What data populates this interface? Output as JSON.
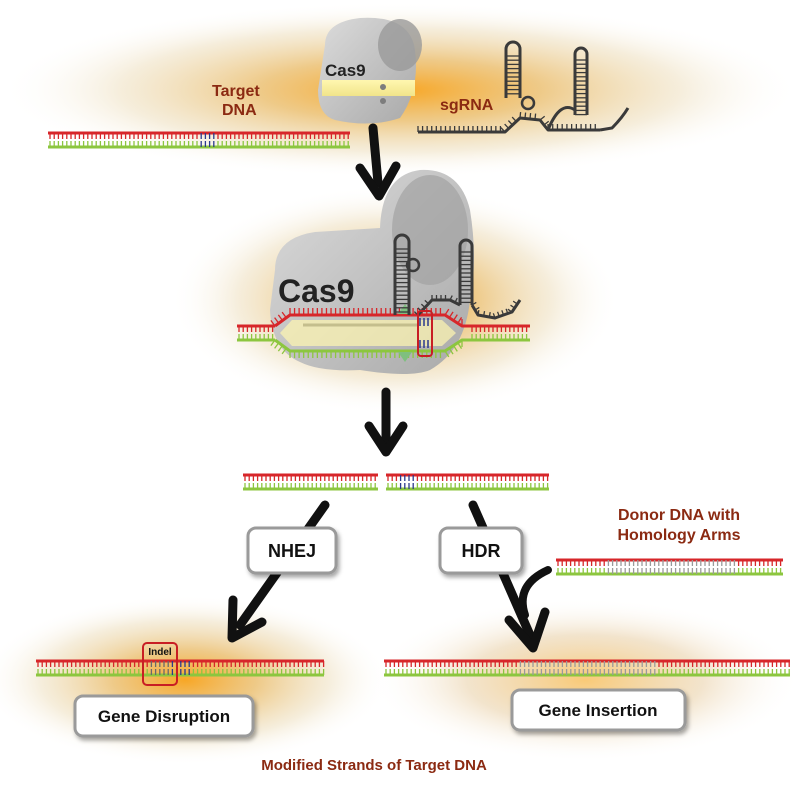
{
  "labels": {
    "cas9_small": "Cas9",
    "cas9_large": "Cas9",
    "target_dna_line1": "Target",
    "target_dna_line2": "DNA",
    "sgrna": "sgRNA",
    "nhej": "NHEJ",
    "hdr": "HDR",
    "donor_line1": "Donor DNA with",
    "donor_line2": "Homology Arms",
    "indel": "Indel",
    "gene_disruption": "Gene Disruption",
    "gene_insertion": "Gene Insertion",
    "caption": "Modified Strands of Target DNA"
  },
  "colors": {
    "top_strand": "#d7262a",
    "bottom_strand": "#8cc63f",
    "guide_strand": "#3a3a3a",
    "mutation_bases": "#2b3a8c",
    "donor_insert": "#9a9a9a",
    "label_red": "#8b2a12",
    "glow": "#f2a31b",
    "cas9_protein": "#c4c4c4"
  }
}
